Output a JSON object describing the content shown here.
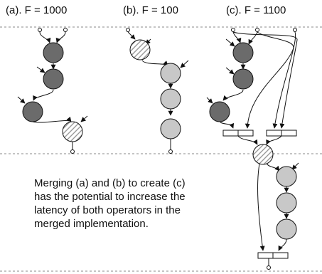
{
  "panels": [
    {
      "label": "(a). F = 1000"
    },
    {
      "label": "(b). F = 100"
    },
    {
      "label": "(c). F = 1100"
    }
  ],
  "caption_lines": [
    "Merging (a) and (b) to create (c)",
    "has the potential to increase the",
    "latency of both operators in the",
    "merged implementation."
  ],
  "colors": {
    "operator_a": "#6b6b6b",
    "operator_b": "#c8c8c8",
    "hatched": "#909090",
    "line": "#111111",
    "divider": "#888888"
  },
  "legend_semantics": {
    "dark_circle": "operator from (a)",
    "light_circle": "operator from (b)",
    "hatched_circle": "shared operator",
    "rectangle_pair": "multiplexer"
  }
}
